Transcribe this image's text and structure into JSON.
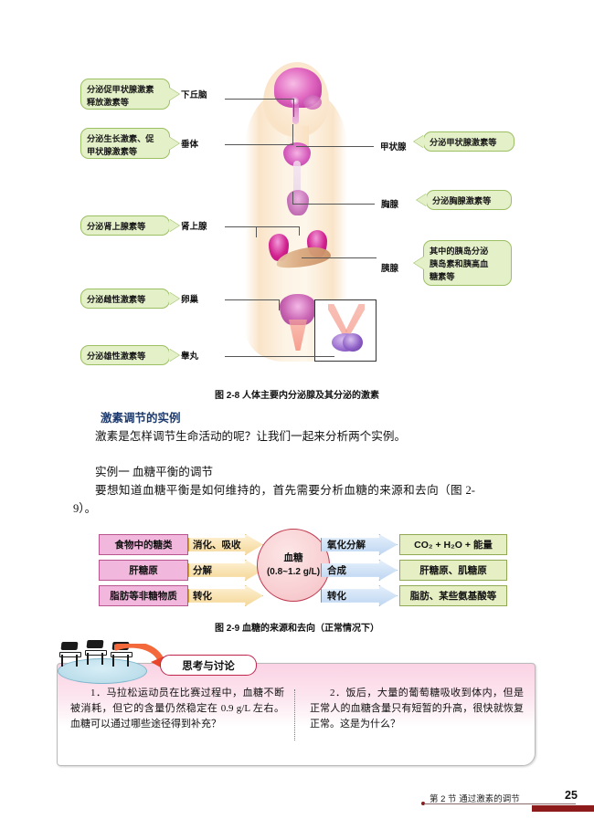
{
  "figure28": {
    "caption": "图 2-8    人体主要内分泌腺及其分泌的激素",
    "left_bubbles": [
      {
        "text_line1": "分泌促甲状腺激素",
        "text_line2": "释放激素等"
      },
      {
        "text_line1": "分泌生长激素、促",
        "text_line2": "甲状腺激素等"
      },
      {
        "text_line1": "分泌肾上腺素等",
        "text_line2": ""
      },
      {
        "text_line1": "分泌雌性激素等",
        "text_line2": ""
      },
      {
        "text_line1": "分泌雄性激素等",
        "text_line2": ""
      }
    ],
    "left_organs": [
      "下丘脑",
      "垂体",
      "肾上腺",
      "卵巢",
      "睾丸"
    ],
    "right_organs": [
      "甲状腺",
      "胸腺",
      "胰腺"
    ],
    "right_bubbles": [
      {
        "text_line1": "分泌甲状腺激素等",
        "text_line2": "",
        "text_line3": ""
      },
      {
        "text_line1": "分泌胸腺激素等",
        "text_line2": "",
        "text_line3": ""
      },
      {
        "text_line1": "其中的胰岛分泌",
        "text_line2": "胰岛素和胰高血",
        "text_line3": "糖素等"
      }
    ]
  },
  "section": {
    "heading": "激素调节的实例",
    "para1": "激素是怎样调节生命活动的呢？让我们一起来分析两个实例。",
    "para2": "实例一  血糖平衡的调节",
    "para3": "要想知道血糖平衡是如何维持的，首先需要分析血糖的来源和去向（图 2-9）。"
  },
  "figure29": {
    "caption": "图 2-9    血糖的来源和去向（正常情况下）",
    "center": {
      "label": "血糖",
      "range": "(0.8~1.2 g/L)"
    },
    "sources": [
      {
        "box": "食物中的糖类",
        "arrow": "消化、吸收"
      },
      {
        "box": "肝糖原",
        "arrow": "分解"
      },
      {
        "box": "脂肪等非糖物质",
        "arrow": "转化"
      }
    ],
    "destinations": [
      {
        "arrow": "氧化分解",
        "box": "CO₂ + H₂O + 能量"
      },
      {
        "arrow": "合成",
        "box": "肝糖原、肌糖原"
      },
      {
        "arrow": "转化",
        "box": "脂肪、某些氨基酸等"
      }
    ]
  },
  "discussion": {
    "title": "思考与讨论",
    "question1": "1．马拉松运动员在比赛过程中，血糖不断被消耗，但它的含量仍然稳定在 0.9 g/L 左右。血糖可以通过哪些途径得到补充？",
    "question2": "2．饭后，大量的葡萄糖吸收到体内，但是正常人的血糖含量只有短暂的升高，很快就恢复正常。这是为什么？"
  },
  "footer": {
    "section_title": "第 2 节 通过激素的调节",
    "page_number": "25"
  },
  "colors": {
    "bubble_fill": "#e4f0c8",
    "bubble_border": "#9cbf63",
    "source_box": "#f2b7dd",
    "dest_box": "#e6efc4",
    "glucose_fill": "#f8cfd2",
    "glucose_border": "#c0394f",
    "heading": "#1c3a6e",
    "footer_bar": "#8e1b1b"
  }
}
